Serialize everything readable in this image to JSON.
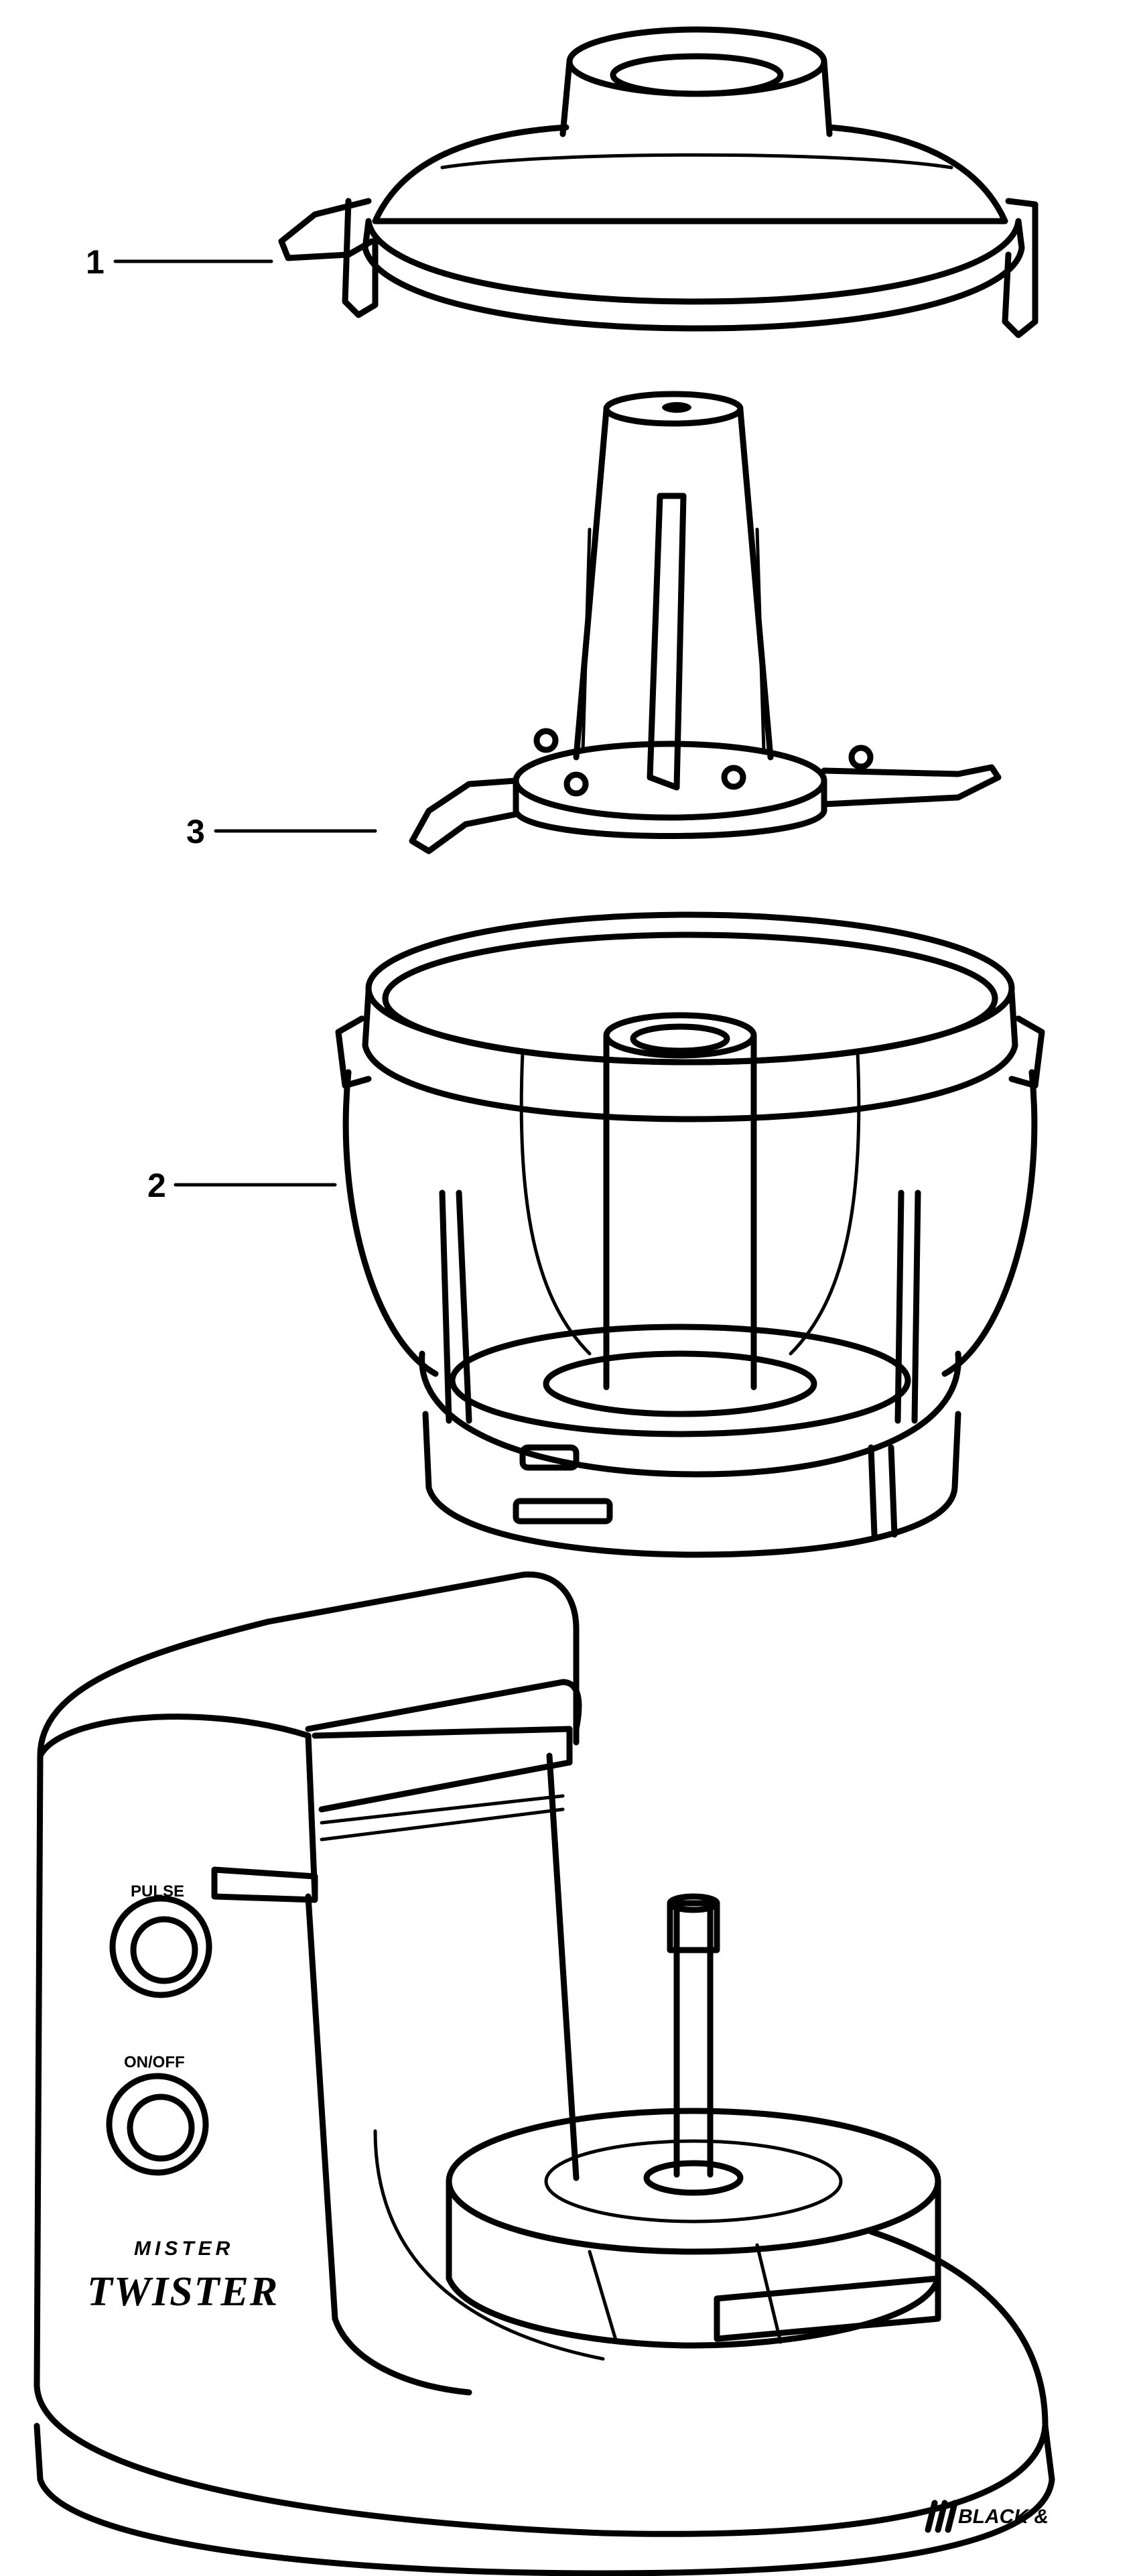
{
  "callouts": [
    {
      "number": "1",
      "part": "lid"
    },
    {
      "number": "3",
      "part": "blade"
    },
    {
      "number": "2",
      "part": "bowl"
    }
  ],
  "controls": {
    "pulse_label": "PULSE",
    "onoff_label": "ON/OFF"
  },
  "branding": {
    "product_small": "MISTER",
    "product_big": "TWISTER",
    "maker": "BLACK &"
  },
  "colors": {
    "ink": "#000000",
    "background": "#ffffff"
  }
}
